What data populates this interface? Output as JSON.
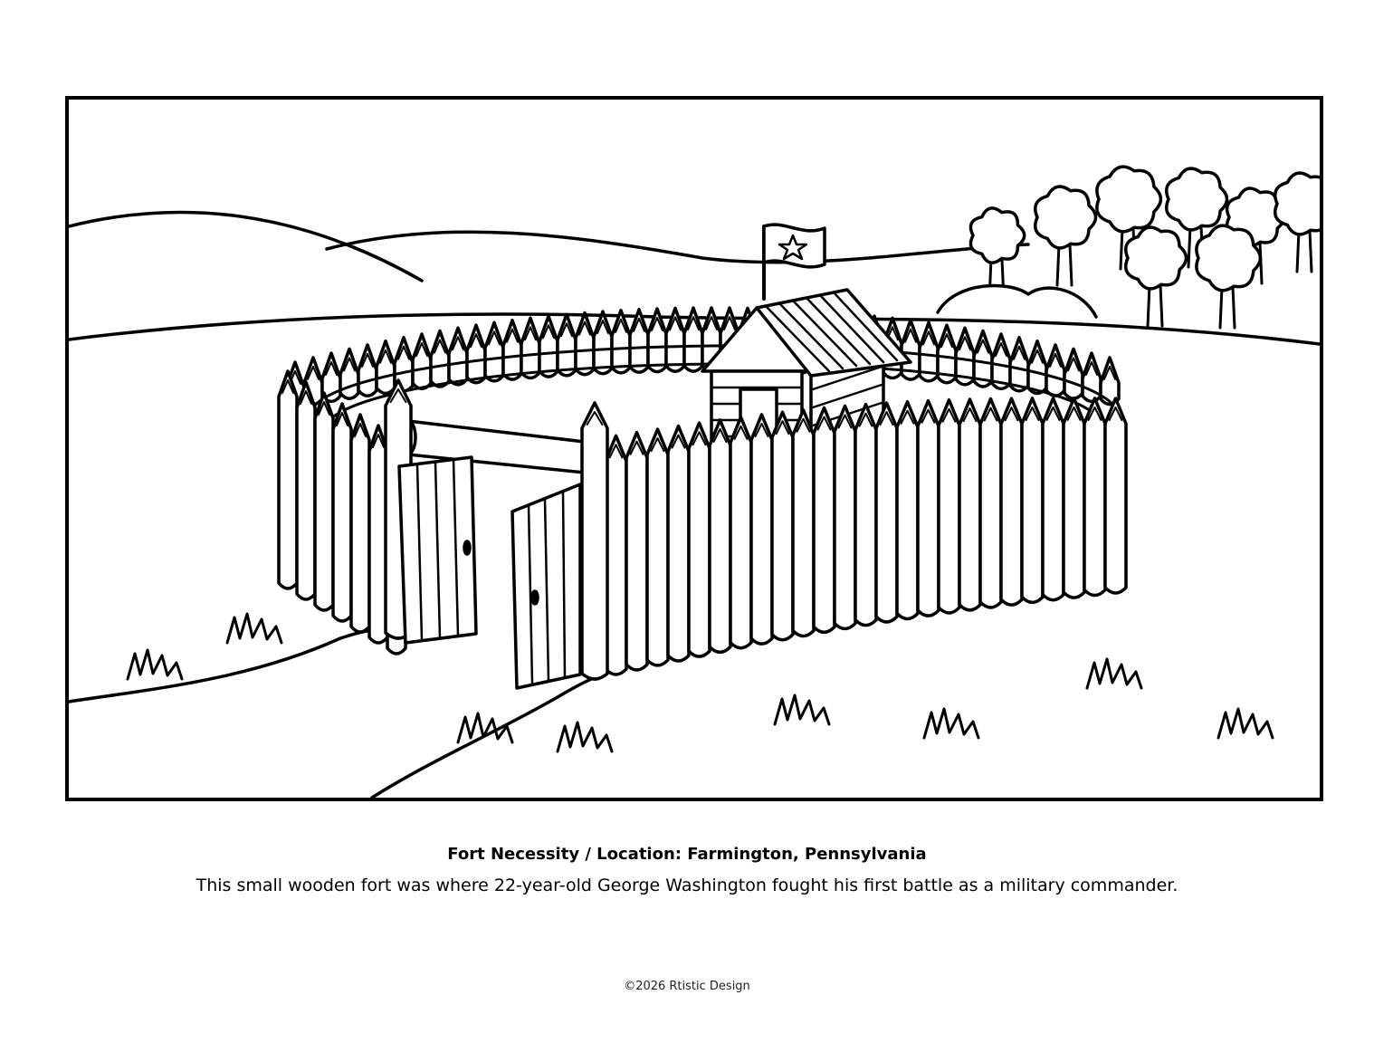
{
  "caption": {
    "title": "Fort Necessity / Location: Farmington, Pennsylvania",
    "description": "This small wooden fort was where 22-year-old George Washington fought his first battle as a military commander."
  },
  "footer": {
    "copyright": "©2026 Rtistic Design"
  },
  "illustration": {
    "style": "black line-art coloring page",
    "elements": [
      "hills",
      "trees",
      "circular-palisade",
      "log-cabin",
      "flag-with-star",
      "open-gate",
      "path",
      "grass-tufts"
    ]
  }
}
